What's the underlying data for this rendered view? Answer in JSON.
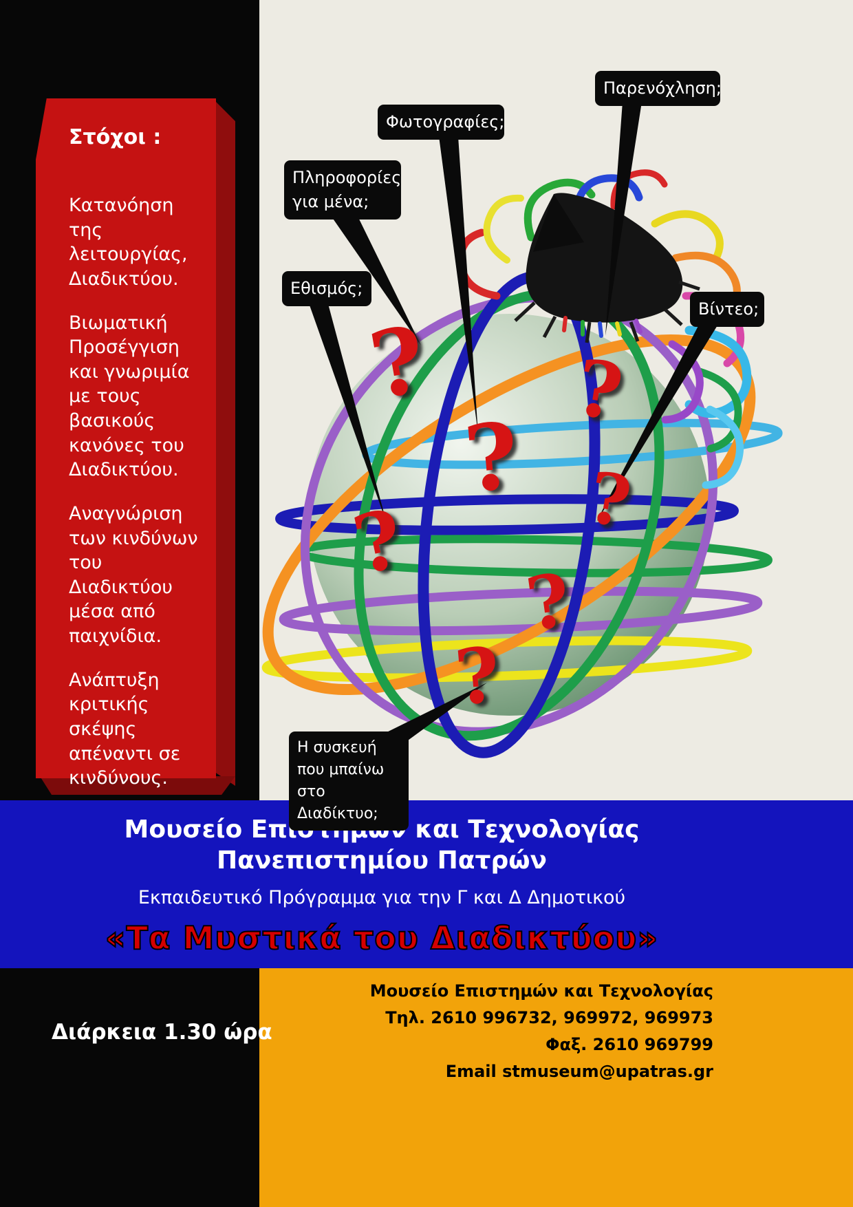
{
  "goals": {
    "heading": "Στόχοι :",
    "items": [
      "Κατανόηση της λειτουργίας, Διαδικτύου.",
      "Βιωματική Προσέγγιση και γνωριμία με τους βασικούς κανόνες του Διαδικτύου.",
      "Αναγνώριση των  κινδύνων του Διαδικτύου μέσα από παιχνίδια.",
      "Ανάπτυξη κριτικής σκέψης απέναντι σε κινδύνους."
    ]
  },
  "callouts": {
    "harassment": "Παρενόχληση;",
    "photos": "Φωτογραφίες;",
    "personal_info": "Πληροφορίες για μένα;",
    "addiction": "Εθισμός;",
    "video": "Βίντεο;",
    "device": "Η συσκευή που μπαίνω  στο Διαδίκτυο;"
  },
  "question_mark": "?",
  "banner": {
    "museum_line1": "Μουσείο  Επιστημών και Τεχνολογίας",
    "museum_line2": "Πανεπιστημίου Πατρών",
    "program_info": "Εκπαιδευτικό Πρόγραμμα για την Γ και Δ Δημοτικού",
    "program_title": "«Τα Μυστικά του Διαδικτύου»"
  },
  "footer": {
    "duration": "Διάρκεια  1.30 ώρα",
    "contact_lines": [
      "Μουσείο Επιστημών και Τεχνολογίας",
      "Τηλ. 2610 996732, 969972, 969973",
      "Φαξ. 2610 969799",
      "Email stmuseum@upatras.gr"
    ]
  },
  "colors": {
    "banner_red": "#c51212",
    "band_blue": "#1414bd",
    "footer_orange": "#f2a30a",
    "question_red": "#d61414",
    "callout_black": "#0a0a0a",
    "background_black": "#070707",
    "paper_cream": "#edebe3"
  }
}
